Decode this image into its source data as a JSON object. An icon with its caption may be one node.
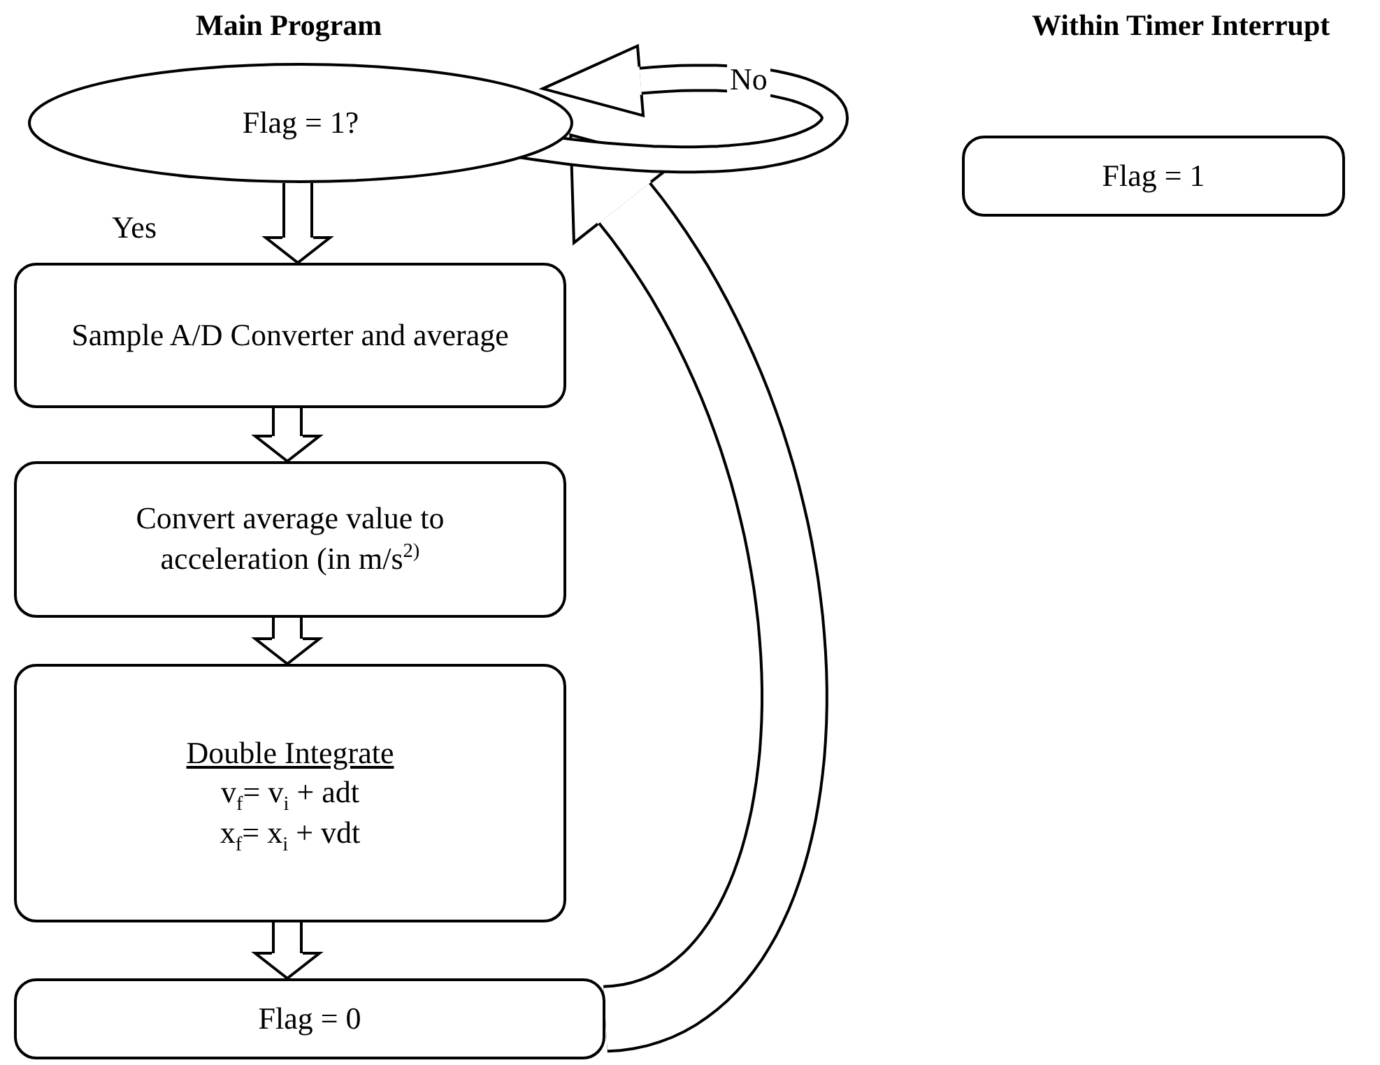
{
  "diagram": {
    "nodes": [
      {
        "text": [
          "Flag = 1?"
        ]
      },
      {
        "text": [
          "Sample A/D Converter and average"
        ]
      },
      {
        "text": [
          "Convert average value to acceleration (in m/s$^{2)}$"
        ]
      },
      {
        "text": [
          "Double Integrate",
          "v$_{f}$= v$_{i}$ + adt",
          "x$_{f}$= x$_{i}$ + vdt"
        ]
      },
      {
        "text": [
          "Flag = 0"
        ]
      },
      {
        "text": [
          "Flag = 1"
        ]
      }
    ],
    "edges": [
      {
        "from": 0,
        "to": 1,
        "arrow": "to",
        "label": "Yes"
      },
      {
        "from": 1,
        "to": 2,
        "arrow": "to"
      },
      {
        "from": 2,
        "to": 3,
        "arrow": "to"
      },
      {
        "from": 3,
        "to": 4,
        "arrow": "to"
      },
      {
        "from": 4,
        "to": 0,
        "arrow": "to",
        "style": "thick"
      },
      {
        "from": 0,
        "to": 0,
        "arrow": "to",
        "label": "No"
      }
    ],
    "labels": [
      "Main Program",
      "Within Timer Interrupt"
    ]
  }
}
